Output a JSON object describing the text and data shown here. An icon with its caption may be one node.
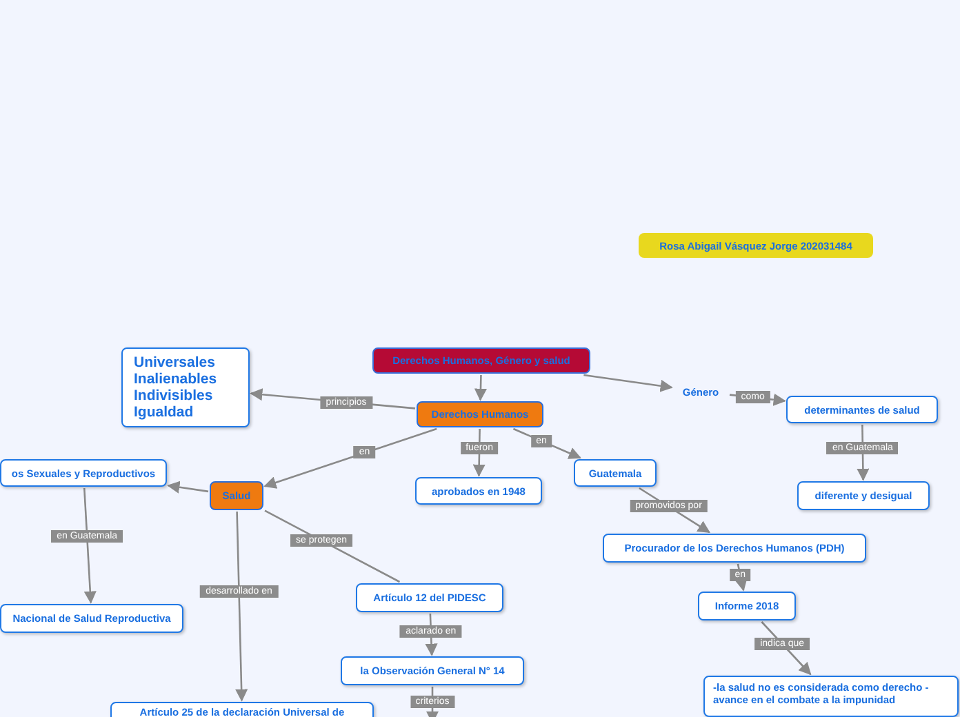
{
  "diagram": {
    "nodes": [
      {
        "text": [
          "Derechos Humanos, Género y  salud"
        ]
      },
      {
        "text": [
          "Derechos Humanos"
        ]
      },
      {
        "text": [
          "Universales Inalienables Indivisibles Igualdad"
        ]
      },
      {
        "text": [
          "aprobados en 1948"
        ]
      },
      {
        "text": [
          "Guatemala"
        ]
      },
      {
        "text": [
          "Género"
        ]
      },
      {
        "text": [
          "determinantes de salud"
        ]
      },
      {
        "text": [
          "diferente y desigual"
        ]
      },
      {
        "text": [
          "Procurador de los Derechos Humanos (PDH)"
        ]
      },
      {
        "text": [
          "Informe 2018"
        ]
      },
      {
        "text": [
          "-la salud no es considerada como derecho -avance en el combate a la impunidad"
        ]
      },
      {
        "text": [
          "Salud"
        ]
      },
      {
        "text": [
          "os Sexuales y Reproductivos"
        ]
      },
      {
        "text": [
          "Nacional de Salud Reproductiva"
        ]
      },
      {
        "text": [
          "Artículo 12 del PIDESC"
        ]
      },
      {
        "text": [
          "la Observación General N° 14"
        ]
      },
      {
        "text": [
          "Artículo 25 de la declaración Universal de"
        ]
      },
      {
        "text": [
          "Rosa Abigail Vásquez Jorge 202031484"
        ]
      }
    ],
    "edges": [
      {
        "from": 0,
        "to": 1,
        "arrow": "to"
      },
      {
        "from": 0,
        "to": 5,
        "arrow": "to"
      },
      {
        "from": 1,
        "to": 2,
        "arrow": "to",
        "label": "principios"
      },
      {
        "from": 1,
        "to": 11,
        "arrow": "to",
        "label": "en"
      },
      {
        "from": 1,
        "to": 3,
        "arrow": "to",
        "label": "fueron"
      },
      {
        "from": 1,
        "to": 4,
        "arrow": "to",
        "label": "en"
      },
      {
        "from": 5,
        "to": 6,
        "arrow": "to",
        "label": "como"
      },
      {
        "from": 6,
        "to": 7,
        "arrow": "to",
        "label": "en Guatemala"
      },
      {
        "from": 4,
        "to": 8,
        "arrow": "to",
        "label": "promovidos por"
      },
      {
        "from": 8,
        "to": 9,
        "arrow": "to",
        "label": "en"
      },
      {
        "from": 9,
        "to": 10,
        "arrow": "to",
        "label": "indica que"
      },
      {
        "from": 11,
        "to": 12,
        "arrow": "to"
      },
      {
        "from": 12,
        "to": 13,
        "arrow": "to",
        "label": "en Guatemala"
      },
      {
        "from": 11,
        "to": 14,
        "arrow": "none",
        "label": "se protegen"
      },
      {
        "from": 11,
        "to": 16,
        "arrow": "to",
        "label": "desarrollado en"
      },
      {
        "from": 14,
        "to": 15,
        "arrow": "to",
        "label": "aclarado en"
      },
      {
        "from": 15,
        "to": null,
        "arrow": "to",
        "label": "criterios"
      }
    ]
  }
}
